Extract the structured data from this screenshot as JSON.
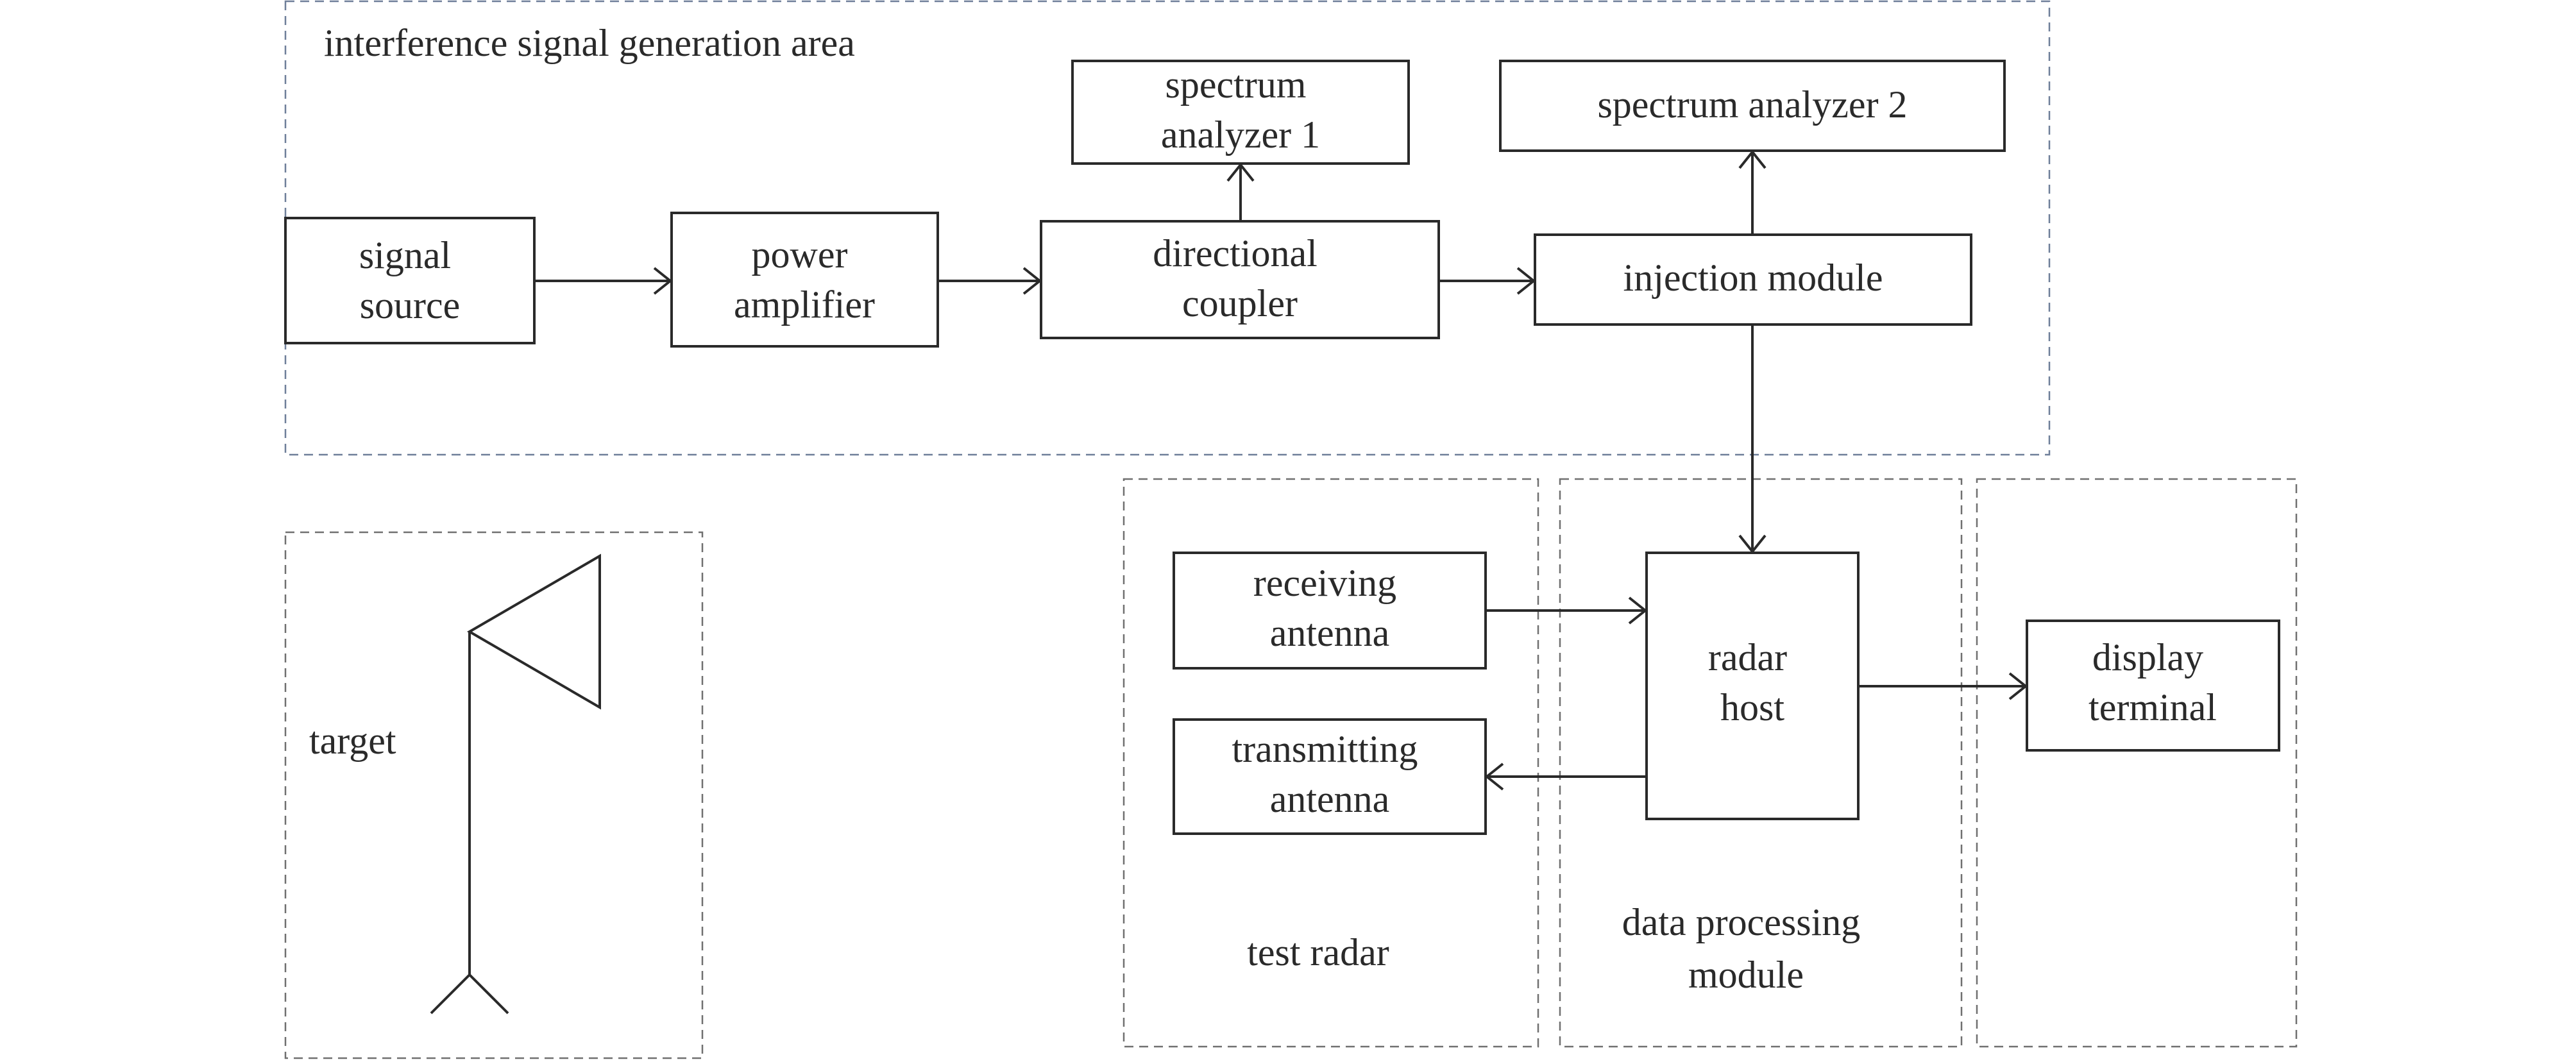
{
  "regions": {
    "interference_area": "interference signal generation area",
    "target": "target",
    "test_radar": "test radar",
    "data_processing": [
      "data processing",
      "module"
    ]
  },
  "blocks": {
    "signal_source": [
      "signal",
      "source"
    ],
    "power_amplifier": [
      "power",
      "amplifier"
    ],
    "directional_coupler": [
      "directional",
      "coupler"
    ],
    "spectrum_analyzer_1": [
      "spectrum",
      "analyzer 1"
    ],
    "spectrum_analyzer_2": [
      "spectrum analyzer 2"
    ],
    "injection_module": [
      "injection module"
    ],
    "receiving_antenna": [
      "receiving",
      "antenna"
    ],
    "transmitting_antenna": [
      "transmitting",
      "antenna"
    ],
    "radar_host": [
      "radar",
      "host"
    ],
    "display_terminal": [
      "display",
      "terminal"
    ]
  }
}
